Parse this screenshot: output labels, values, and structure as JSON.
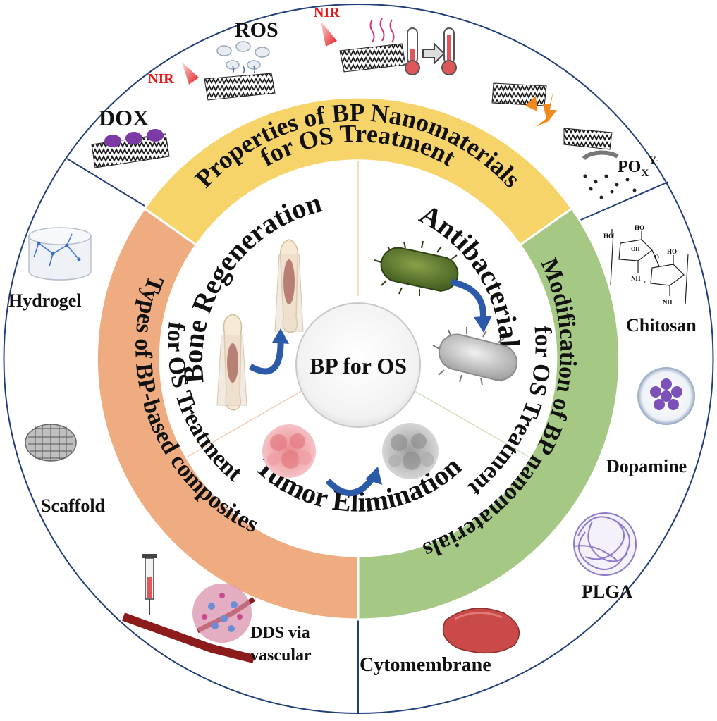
{
  "center": {
    "label": "BP for OS"
  },
  "inner_sections": [
    {
      "label": "Bone Regeneration"
    },
    {
      "label": "Antibacterial"
    },
    {
      "label": "Tumor Elimination"
    }
  ],
  "ring_sections": [
    {
      "line1": "Properties of BP Nanomaterials",
      "line2": "for OS Treatment",
      "color": "#f7d46a"
    },
    {
      "line1": "Modification of BP nanomaterials",
      "line2": "for OS Treatment",
      "color": "#a5c985"
    },
    {
      "line1": "Types of BP-based composites",
      "line2": "for OS Treatment",
      "color": "#efac80"
    }
  ],
  "outer_labels": {
    "properties": {
      "nir_a": "NIR",
      "nir_b": "NIR",
      "ros": "ROS",
      "dox": "DOX",
      "pox": "PO",
      "pox_sub": "X",
      "pox_sup": "Y-"
    },
    "modification": {
      "chitosan": "Chitosan",
      "dopamine": "Dopamine",
      "plga": "PLGA",
      "cytomembrane": "Cytomembrane"
    },
    "types": {
      "hydrogel": "Hydrogel",
      "scaffold": "Scaffold",
      "dds_line1": "DDS via",
      "dds_line2": "vascular"
    }
  },
  "chitosan_labels": {
    "ho1": "HO",
    "ho2": "HO",
    "ho3": "HO",
    "oh": "OH",
    "o": "O",
    "nh2a": "NH",
    "nh2b": "NH",
    "n": "n"
  },
  "colors": {
    "ring_yellow": "#f7d46a",
    "ring_green": "#a5c985",
    "ring_orange": "#efac80",
    "nir_red": "#e31a1c",
    "arrow_blue": "#2b5aa8"
  }
}
